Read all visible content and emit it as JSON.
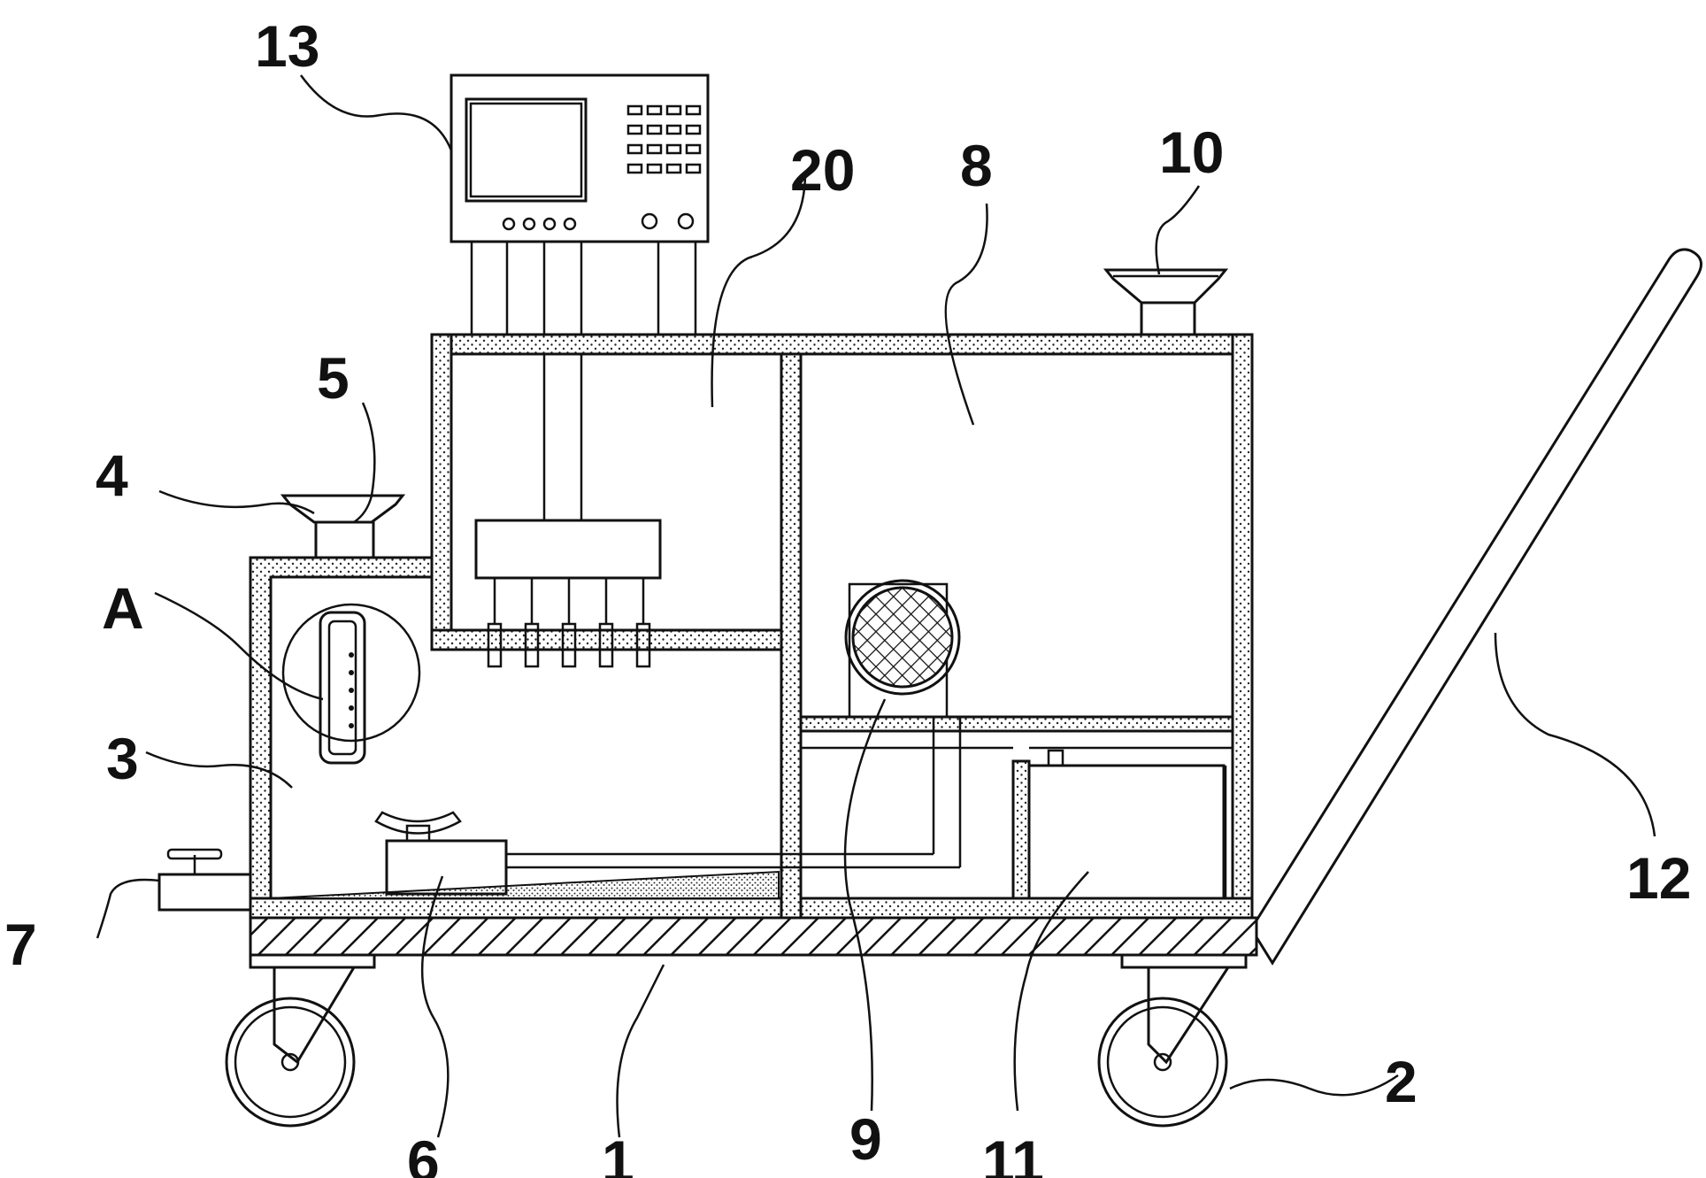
{
  "labels": {
    "l1": "1",
    "l2": "2",
    "l3": "3",
    "l4": "4",
    "l5": "5",
    "l6": "6",
    "l7": "7",
    "l8": "8",
    "l9": "9",
    "l10": "10",
    "l11": "11",
    "l12": "12",
    "l13": "13",
    "l20": "20",
    "lA": "A"
  },
  "colors": {
    "line": "#111111",
    "background": "#ffffff"
  }
}
